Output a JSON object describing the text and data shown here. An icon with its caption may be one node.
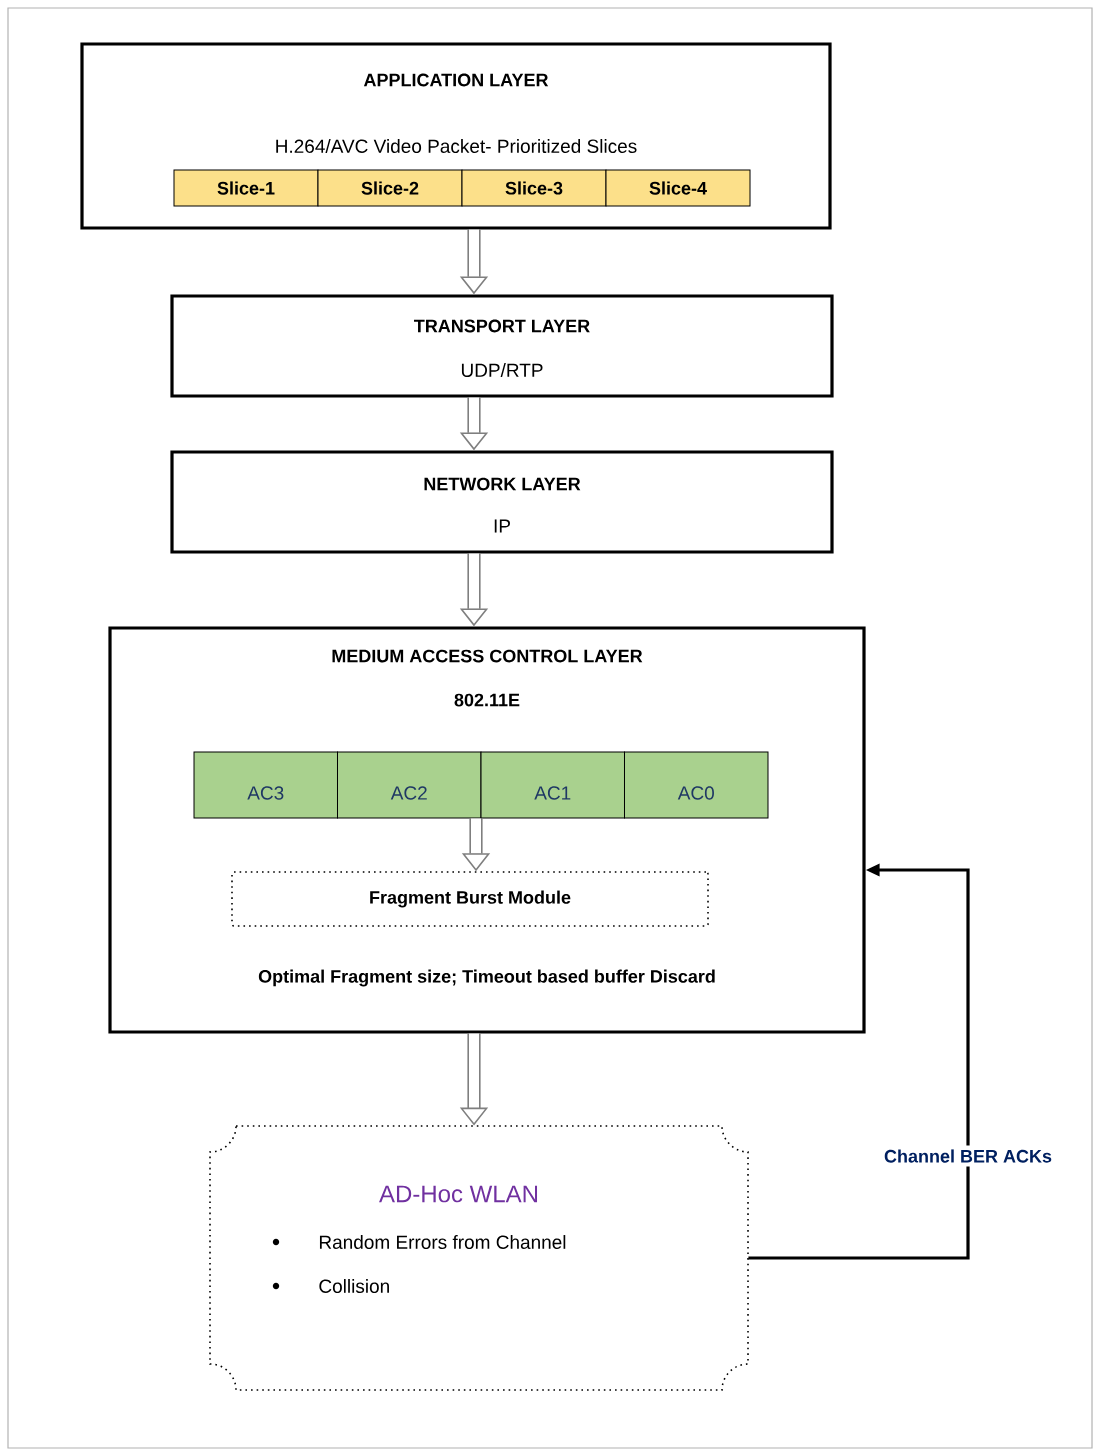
{
  "diagram": {
    "nodes": [
      {
        "text": [
          "APPLICATION LAYER",
          "H.264/AVC Video Packet- Prioritized Slices"
        ]
      },
      {
        "text": [
          "Slice-1"
        ],
        "in": 0
      },
      {
        "text": [
          "Slice-2"
        ],
        "in": 0
      },
      {
        "text": [
          "Slice-3"
        ],
        "in": 0
      },
      {
        "text": [
          "Slice-4"
        ],
        "in": 0
      },
      {
        "text": [
          "TRANSPORT LAYER",
          "UDP/RTP"
        ]
      },
      {
        "text": [
          "NETWORK LAYER",
          "IP"
        ]
      },
      {
        "text": [
          "MEDIUM ACCESS CONTROL LAYER",
          "802.11E",
          "Optimal Fragment size; Timeout based buffer Discard"
        ]
      },
      {
        "text": [
          "AC3"
        ],
        "in": 7
      },
      {
        "text": [
          "AC2"
        ],
        "in": 7
      },
      {
        "text": [
          "AC1"
        ],
        "in": 7
      },
      {
        "text": [
          "AC0"
        ],
        "in": 7
      },
      {
        "text": [
          "Fragment Burst Module"
        ],
        "in": 7
      },
      {
        "text": [
          "AD-Hoc WLAN",
          "Random Errors from Channel",
          "Collision"
        ]
      }
    ],
    "edges": [
      {
        "from": 0,
        "to": 5,
        "arrow": "to"
      },
      {
        "from": 5,
        "to": 6,
        "arrow": "to"
      },
      {
        "from": 6,
        "to": 7,
        "arrow": "to"
      },
      {
        "from": 9,
        "to": 12,
        "arrow": "to"
      },
      {
        "from": 7,
        "to": 13,
        "arrow": "to"
      },
      {
        "from": 13,
        "to": 7,
        "arrow": "to",
        "label": "Channel BER ACKs",
        "color": "#000000"
      }
    ]
  }
}
